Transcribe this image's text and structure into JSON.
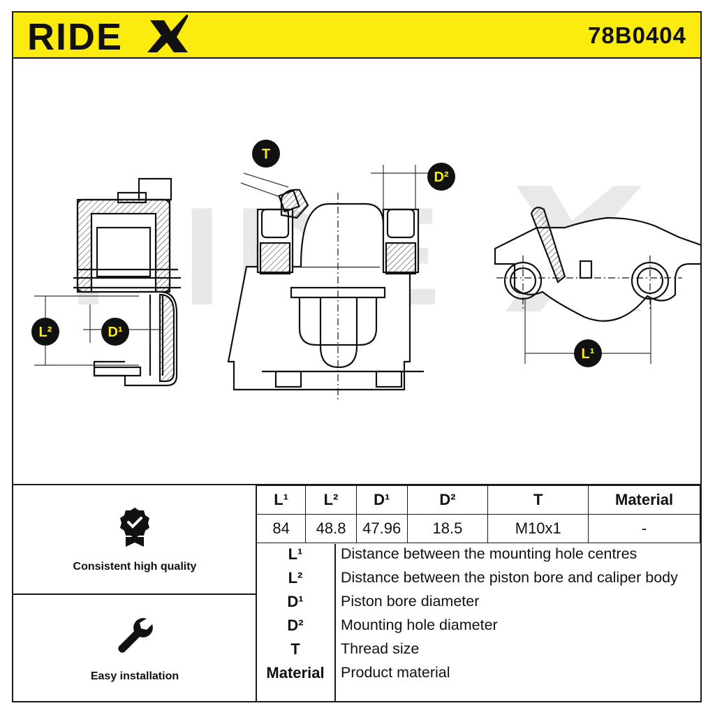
{
  "header": {
    "brand": "RIDEX",
    "part_number": "78B0404",
    "background_color": "#fbeb0e"
  },
  "watermark": "RIDEX",
  "dimension_labels": {
    "L1": "L¹",
    "L2": "L²",
    "D1": "D¹",
    "D2": "D²",
    "T": "T"
  },
  "features": [
    {
      "label": "Consistent high quality",
      "icon": "quality-badge-icon"
    },
    {
      "label": "Easy installation",
      "icon": "wrench-icon"
    }
  ],
  "spec_table": {
    "headers": [
      "L¹",
      "L²",
      "D¹",
      "D²",
      "T",
      "Material"
    ],
    "values": [
      "84",
      "48.8",
      "47.96",
      "18.5",
      "M10x1",
      "-"
    ]
  },
  "legend": [
    {
      "key": "L¹",
      "description": "Distance between the mounting hole centres"
    },
    {
      "key": "L²",
      "description": "Distance between the piston bore and caliper body"
    },
    {
      "key": "D¹",
      "description": "Piston bore diameter"
    },
    {
      "key": "D²",
      "description": "Mounting hole diameter"
    },
    {
      "key": "T",
      "description": "Thread size"
    },
    {
      "key": "Material",
      "description": "Product material"
    }
  ]
}
